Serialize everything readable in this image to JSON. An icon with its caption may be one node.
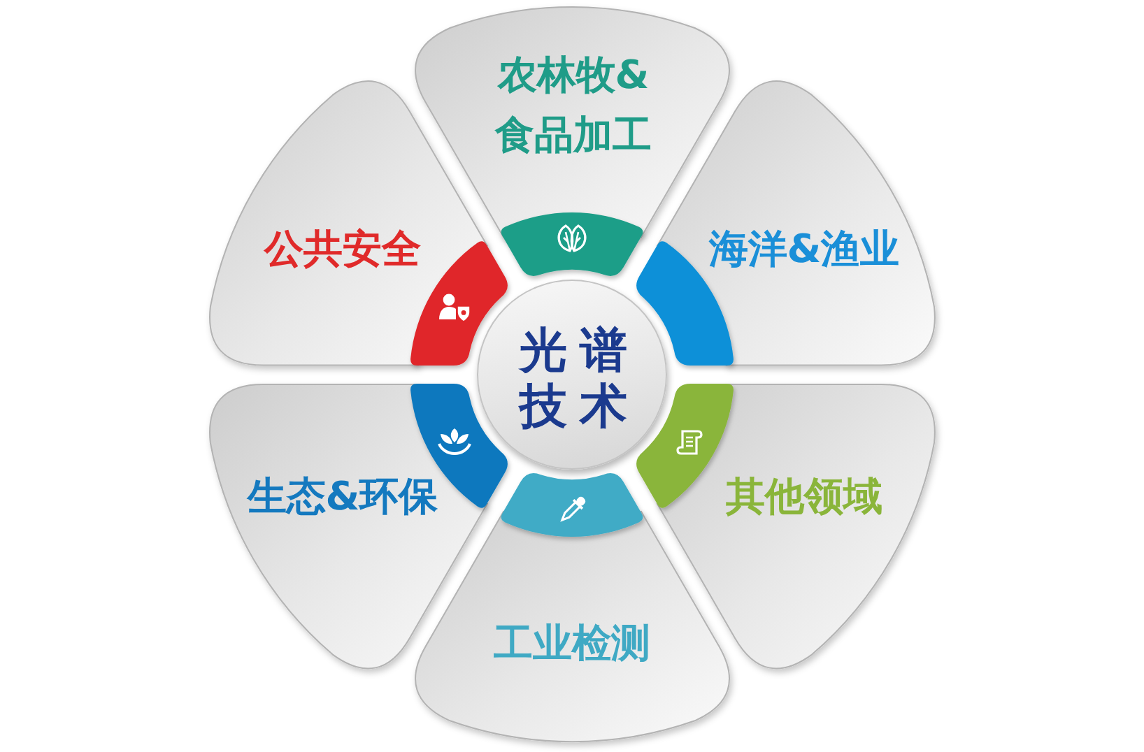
{
  "diagram": {
    "nodes": [
      {
        "text": [
          "农林牧&食品加工"
        ]
      },
      {
        "text": [
          "公共安全"
        ]
      },
      {
        "text": [
          "海洋&渔业"
        ]
      },
      {
        "text": [
          "光谱技术"
        ]
      },
      {
        "text": [
          "生态&环保"
        ]
      },
      {
        "text": [
          "其他领域"
        ]
      },
      {
        "text": [
          "工业检测"
        ]
      }
    ]
  }
}
